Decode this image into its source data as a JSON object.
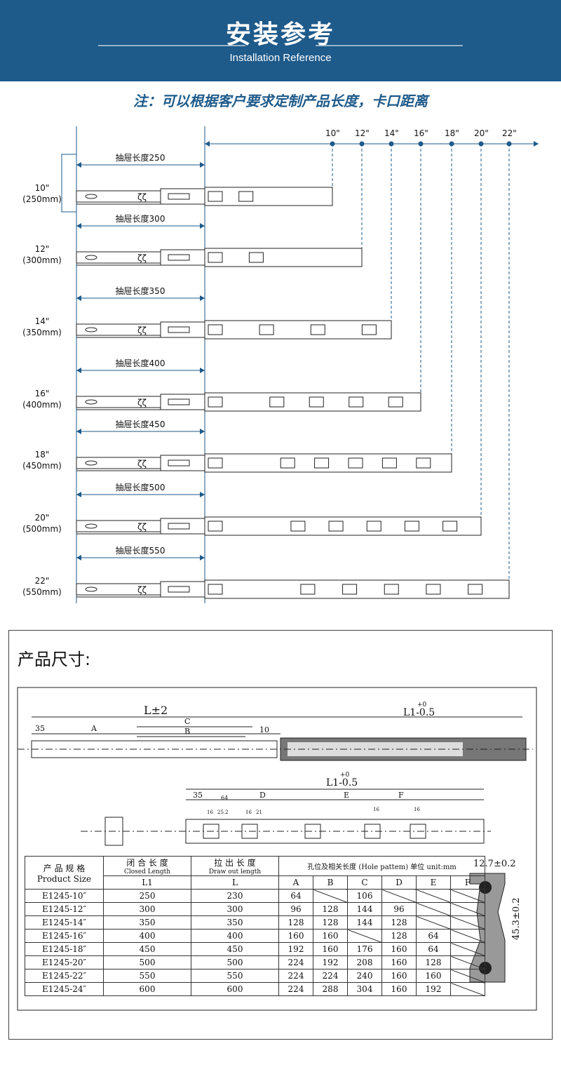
{
  "header": {
    "title": "安装参考",
    "subtitle": "Installation Reference",
    "bg_color": "#1e5a8a"
  },
  "note": "注：可以根据客户要求定制产品长度，卡口距离",
  "top_scale": {
    "labels": [
      "10\"",
      "12\"",
      "14\"",
      "16\"",
      "18\"",
      "20\"",
      "22\""
    ]
  },
  "slides": [
    {
      "size": "10\"",
      "mm": "(250mm)",
      "drawer": "抽屉长度250"
    },
    {
      "size": "12\"",
      "mm": "(300mm)",
      "drawer": "抽屉长度300"
    },
    {
      "size": "14\"",
      "mm": "(350mm)",
      "drawer": "抽屉长度350"
    },
    {
      "size": "16\"",
      "mm": "(400mm)",
      "drawer": "抽屉长度400"
    },
    {
      "size": "18\"",
      "mm": "(450mm)",
      "drawer": "抽屉长度450"
    },
    {
      "size": "20\"",
      "mm": "(500mm)",
      "drawer": "抽屉长度500"
    },
    {
      "size": "22\"",
      "mm": "(550mm)",
      "drawer": "抽屉长度550"
    }
  ],
  "dims": {
    "title": "产品尺寸:",
    "l_pm": "L±2",
    "l1_top": "L1-0.5",
    "l1_top_sup": "+0",
    "lbl_35": "35",
    "lbl_A": "A",
    "lbl_B": "B",
    "lbl_C": "C",
    "lbl_10": "10",
    "l1_mid": "L1-0.5",
    "l1_mid_sup": "+0",
    "lbl_35b": "35",
    "lbl_64": "64",
    "lbl_D": "D",
    "lbl_E": "E",
    "lbl_F": "F",
    "lbl_16a": "16",
    "lbl_25": "25.2",
    "lbl_16b": "16",
    "lbl_21": "21",
    "lbl_16c": "16",
    "lbl_16d": "16",
    "width": "12.7±0.2",
    "height": "45.3±0.2"
  },
  "table": {
    "h1": "产 品 规 格",
    "h1b": "Product Size",
    "h2": "闭 合 长 度",
    "h2b": "Closed Length",
    "h2c": "L1",
    "h3": "拉 出 长 度",
    "h3b": "Draw out length",
    "h3c": "L",
    "h4": "孔位及相关长度 (Hole pattem)  单位 unit:mm",
    "cols": [
      "A",
      "B",
      "C",
      "D",
      "E",
      "F"
    ],
    "rows": [
      {
        "name": "E1245-10″",
        "l1": "250",
        "l": "230",
        "a": "64",
        "b": "",
        "c": "106",
        "d": "",
        "e": "",
        "f": ""
      },
      {
        "name": "E1245-12″",
        "l1": "300",
        "l": "300",
        "a": "96",
        "b": "128",
        "c": "144",
        "d": "96",
        "e": "",
        "f": ""
      },
      {
        "name": "E1245-14″",
        "l1": "350",
        "l": "350",
        "a": "128",
        "b": "128",
        "c": "144",
        "d": "128",
        "e": "",
        "f": ""
      },
      {
        "name": "E1245-16″",
        "l1": "400",
        "l": "400",
        "a": "160",
        "b": "160",
        "c": "",
        "d": "128",
        "e": "64",
        "f": ""
      },
      {
        "name": "E1245-18″",
        "l1": "450",
        "l": "450",
        "a": "192",
        "b": "160",
        "c": "176",
        "d": "160",
        "e": "64",
        "f": ""
      },
      {
        "name": "E1245-20″",
        "l1": "500",
        "l": "500",
        "a": "224",
        "b": "192",
        "c": "208",
        "d": "160",
        "e": "128",
        "f": ""
      },
      {
        "name": "E1245-22″",
        "l1": "550",
        "l": "550",
        "a": "224",
        "b": "224",
        "c": "240",
        "d": "160",
        "e": "160",
        "f": ""
      },
      {
        "name": "E1245-24″",
        "l1": "600",
        "l": "600",
        "a": "224",
        "b": "288",
        "c": "304",
        "d": "160",
        "e": "192",
        "f": ""
      }
    ]
  }
}
